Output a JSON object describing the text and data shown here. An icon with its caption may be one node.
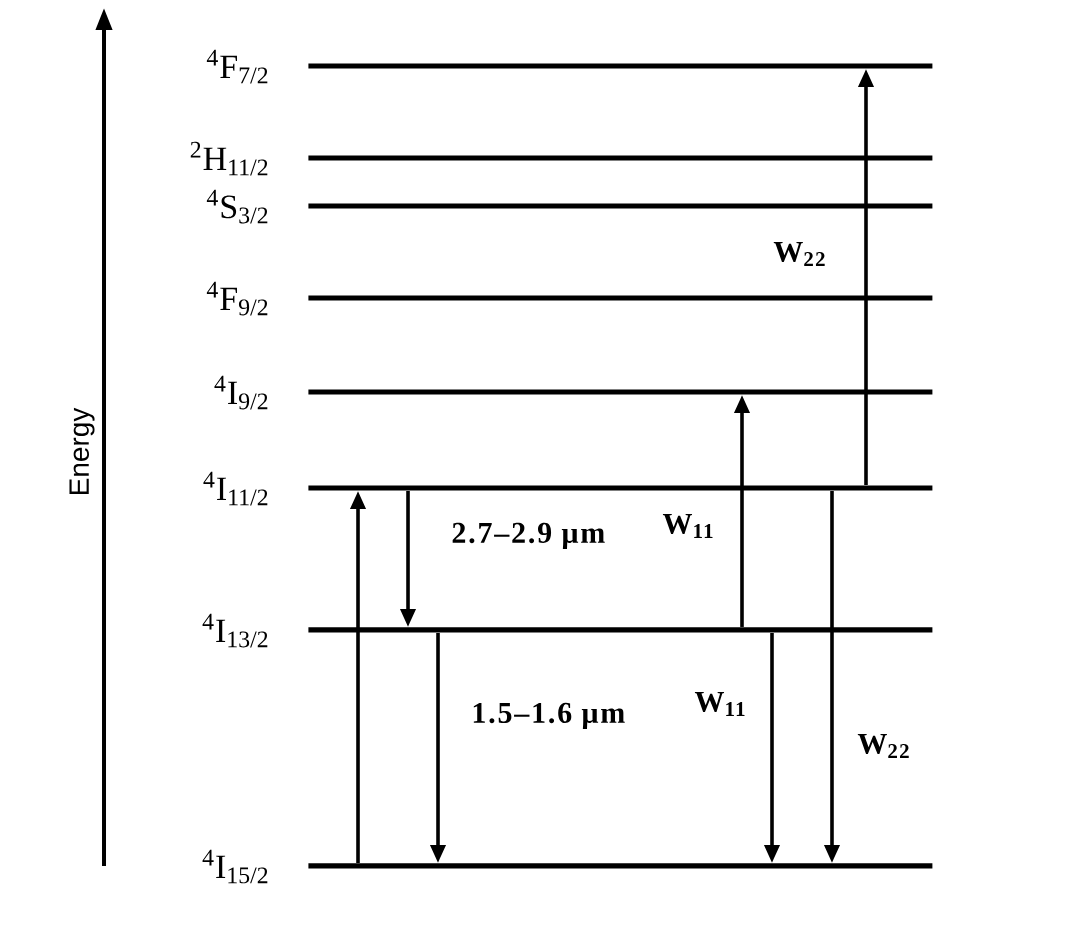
{
  "diagram": {
    "nodes": [
      {
        "text": [
          "$^{4}$F$_{7/2}$"
        ]
      },
      {
        "text": [
          "$^{2}$H$_{11/2}$"
        ]
      },
      {
        "text": [
          "$^{4}$S$_{3/2}$"
        ]
      },
      {
        "text": [
          "$^{4}$F$_{9/2}$"
        ]
      },
      {
        "text": [
          "$^{4}$I$_{9/2}$"
        ]
      },
      {
        "text": [
          "$^{4}$I$_{11/2}$"
        ]
      },
      {
        "text": [
          "$^{4}$I$_{13/2}$"
        ]
      },
      {
        "text": [
          "$^{4}$I$_{15/2}$"
        ]
      }
    ],
    "edges": [
      {
        "from": 7,
        "to": 5,
        "arrow": "to"
      },
      {
        "from": 5,
        "to": 6,
        "arrow": "to",
        "label": "2.7–2.9 μm"
      },
      {
        "from": 6,
        "to": 7,
        "arrow": "to",
        "label": "1.5–1.6 μm"
      },
      {
        "from": 6,
        "to": 4,
        "arrow": "to",
        "label": "W$_{11}$"
      },
      {
        "from": 6,
        "to": 7,
        "arrow": "to",
        "label": "W$_{11}$"
      },
      {
        "from": 5,
        "to": 0,
        "arrow": "to",
        "label": "W$_{22}$"
      },
      {
        "from": 5,
        "to": 7,
        "arrow": "to",
        "label": "W$_{22}$"
      }
    ],
    "labels": [
      "Energy"
    ]
  }
}
